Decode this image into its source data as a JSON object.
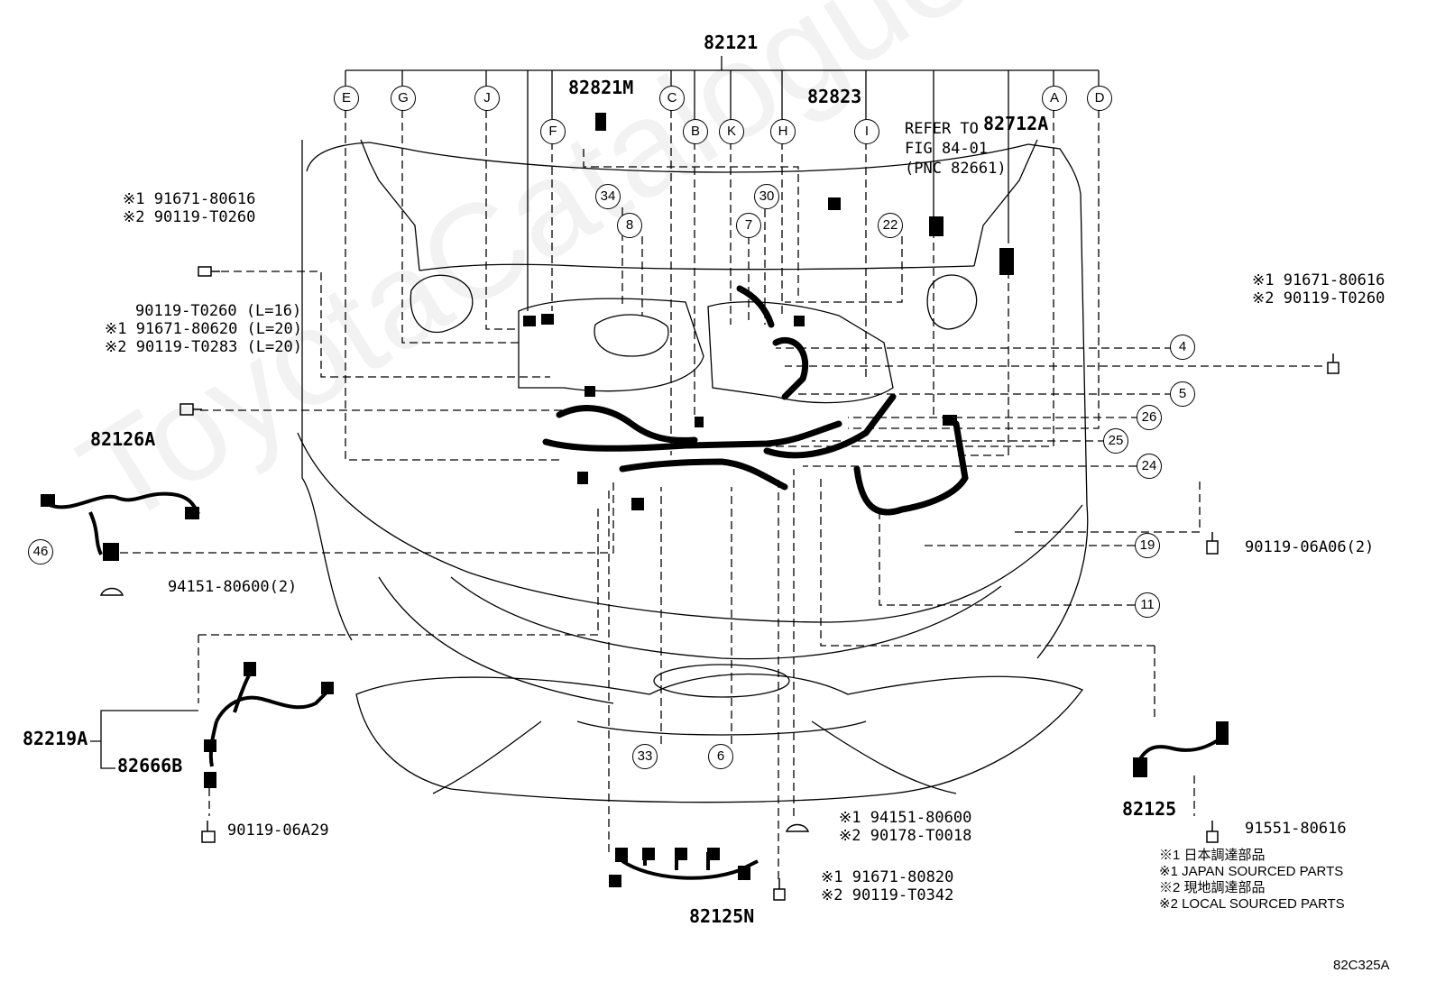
{
  "main_assembly": "82121",
  "letter_tags": [
    "E",
    "G",
    "J",
    "F",
    "C",
    "B",
    "K",
    "H",
    "I",
    "A",
    "D"
  ],
  "part_labels": {
    "p82821M": "82821M",
    "p82823": "82823",
    "p82712A": "82712A",
    "p82126A": "82126A",
    "p82219A": "82219A",
    "p82666B": "82666B",
    "p82125": "82125",
    "p82125N": "82125N"
  },
  "refer_note": [
    "REFER TO",
    "FIG 84-01",
    "(PNC 82661)"
  ],
  "fasteners": {
    "top_left": [
      "※1 91671-80616",
      "※2 90119-T0260"
    ],
    "mid_left": [
      "90119-T0260 (L=16)",
      "※1 91671-80620 (L=20)",
      "※2 90119-T0283 (L=20)"
    ],
    "right_top": [
      "※1 91671-80616",
      "※2 90119-T0260"
    ],
    "clip_46": "94151-80600(2)",
    "bolt_82666B": "90119-06A29",
    "bolt_19": "90119-06A06(2)",
    "bottom_center_1": [
      "※1 94151-80600",
      "※2 90178-T0018"
    ],
    "bottom_center_2": [
      "※1 91671-80820",
      "※2 90119-T0342"
    ],
    "bolt_82125": "91551-80616"
  },
  "callouts": [
    "34",
    "8",
    "30",
    "7",
    "22",
    "4",
    "5",
    "26",
    "25",
    "24",
    "19",
    "11",
    "33",
    "6",
    "46"
  ],
  "legend": [
    "※1 日本調達部品",
    "※1 JAPAN SOURCED PARTS",
    "※2 現地調達部品",
    "※2 LOCAL SOURCED PARTS"
  ],
  "figure_code": "82C325A",
  "watermark": "ToyotaCatalogue.ru"
}
